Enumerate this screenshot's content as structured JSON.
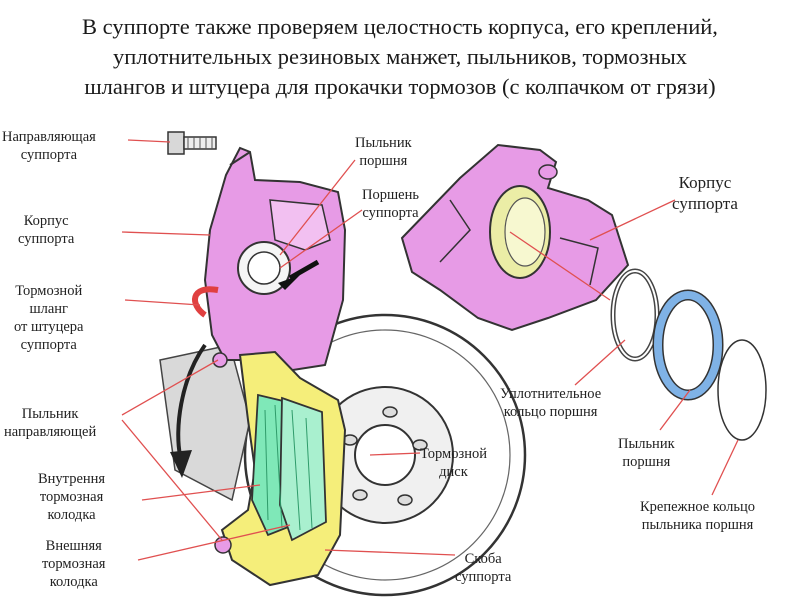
{
  "heading": {
    "line1": "В суппорте также проверяем целостность корпуса, его креплений,",
    "line2": "уплотнительных резиновых манжет, пыльников, тормозных",
    "line3": "шлангов и штуцера для прокачки тормозов (с колпачком от грязи)"
  },
  "labels": {
    "guide": [
      "Направляющая",
      "суппорта"
    ],
    "body_left": [
      "Корпус",
      "суппорта"
    ],
    "hose": [
      "Тормозной",
      "шланг",
      "от штуцера",
      "суппорта"
    ],
    "guide_boot": [
      "Пыльник",
      "направляющей"
    ],
    "inner_pad": [
      "Внутрення",
      "тормозная",
      "колодка"
    ],
    "outer_pad": [
      "Внешняя",
      "тормозная",
      "колодка"
    ],
    "piston_boot_top": [
      "Пыльник",
      "поршня"
    ],
    "piston": [
      "Поршень",
      "суппорта"
    ],
    "disc": [
      "Тормозной",
      "диск"
    ],
    "bracket": [
      "Скоба",
      "суппорта"
    ],
    "body_right": [
      "Корпус",
      "суппорта"
    ],
    "seal_ring": [
      "Уплотнительное",
      "кольцо поршня"
    ],
    "piston_boot": [
      "Пыльник",
      "поршня"
    ],
    "retaining_ring": [
      "Крепежное кольцо",
      "пыльника поршня"
    ]
  },
  "colors": {
    "caliper_body": "#e79be6",
    "bracket": "#f5ee7a",
    "pads": "#7fe8b8",
    "boot_ring": "#7fb2e6",
    "hose": "#e04040",
    "leader_line": "#e05050"
  }
}
